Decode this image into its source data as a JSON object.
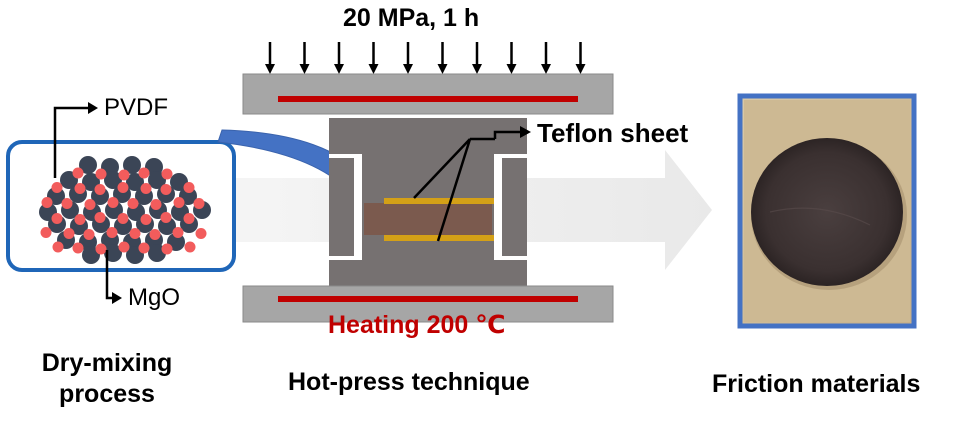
{
  "labels": {
    "pressure": "20 MPa, 1 h",
    "pvdf": "PVDF",
    "mgo": "MgO",
    "teflon": "Teflon sheet",
    "heating": "Heating 200 ℃",
    "step1": "Dry-mixing\nprocess",
    "step2": "Hot-press technique",
    "step3": "Friction materials"
  },
  "colors": {
    "particle_dark": "#3b4556",
    "particle_light": "#f25c5c",
    "box_border": "#1f66b8",
    "flow_arrow": "#4472c4",
    "press_plate": "#a6a6a6",
    "press_body": "#767171",
    "heater": "#c00000",
    "teflon": "#d4a017",
    "sample": "#7a5a4a",
    "big_arrow": "#ececec",
    "photo_frame": "#4472c4",
    "disk": "#3e3434"
  }
}
